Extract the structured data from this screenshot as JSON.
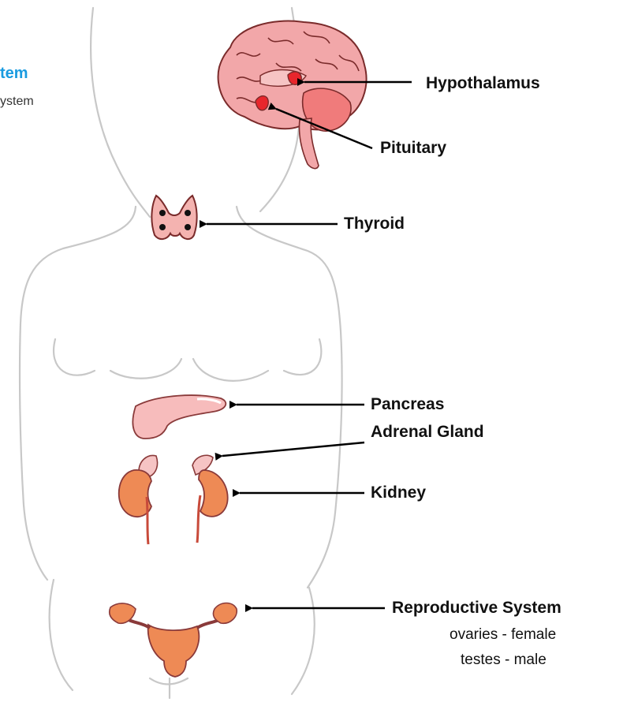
{
  "header": {
    "title_fragment": "tem",
    "subtitle_fragment": "ystem"
  },
  "labels": {
    "hypothalamus": "Hypothalamus",
    "pituitary": "Pituitary",
    "thyroid": "Thyroid",
    "pancreas": "Pancreas",
    "adrenal": "Adrenal Gland",
    "kidney": "Kidney",
    "reproductive": "Reproductive System",
    "ovaries_note": "ovaries - female",
    "testes_note": "testes - male"
  },
  "colors": {
    "title": "#1a9be0",
    "outline": "#c8c8c8",
    "brain": "#f2a7a9",
    "gland_red": "#e8262c",
    "thyroid": "#f4b3b0",
    "pancreas": "#f7bcbc",
    "kidney": "#ee8a55",
    "reproductive": "#ee8a55",
    "arrow": "#000000"
  }
}
